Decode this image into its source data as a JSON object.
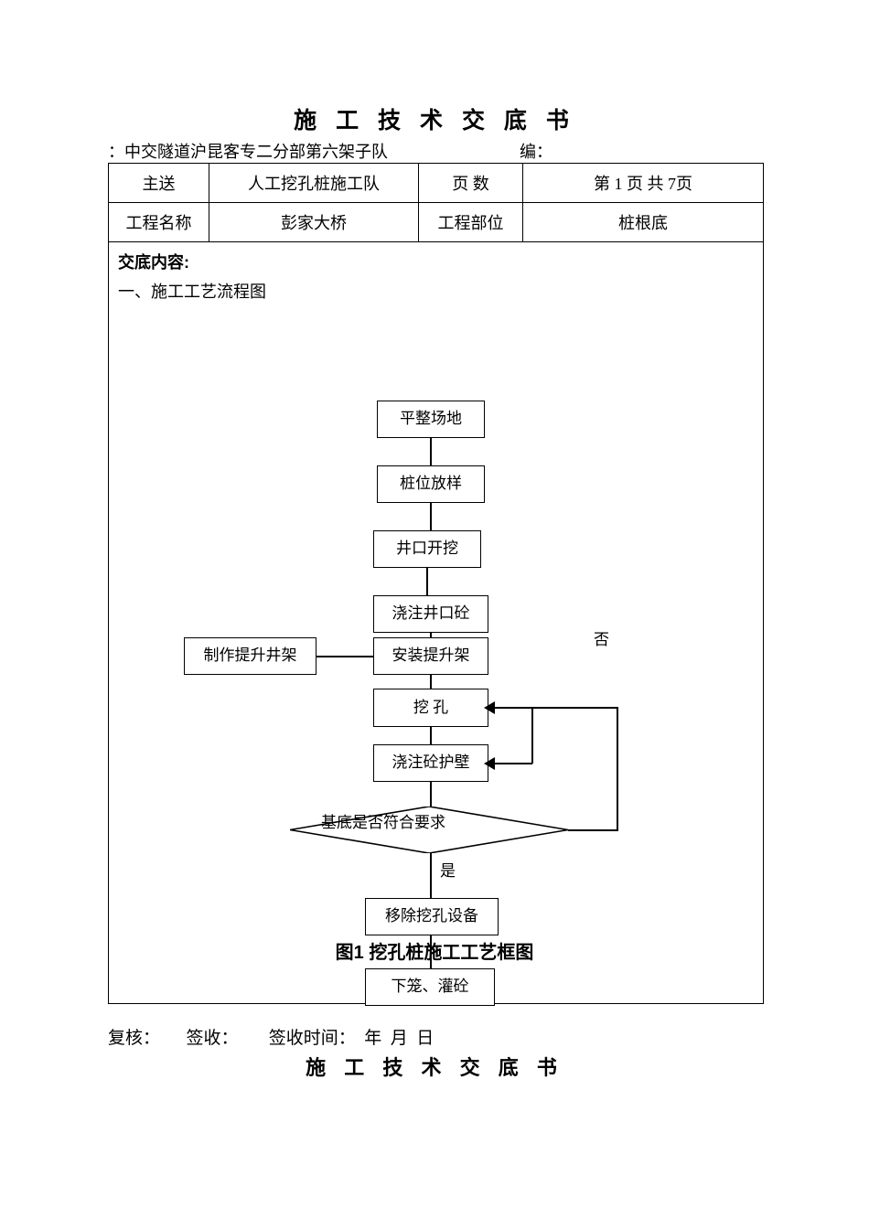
{
  "header": {
    "title": "施 工 技 术 交 底 书",
    "org_line": "：中交隧道沪昆客专二分部第六架子队",
    "code_label": "编："
  },
  "info_table": {
    "rows": [
      {
        "label_a": "主送",
        "value_a": "人工挖孔桩施工队",
        "label_b": "页 数",
        "value_b": "第 1 页  共 7页"
      },
      {
        "label_a": "工程名称",
        "value_a": "彭家大桥",
        "label_b": "工程部位",
        "value_b": "桩根底"
      }
    ]
  },
  "content": {
    "heading": "交底内容:",
    "section_1": "一、施工工艺流程图",
    "figure_caption": "图1  挖孔桩施工工艺框图"
  },
  "flowchart": {
    "type": "flowchart",
    "nodes": [
      {
        "id": "n1",
        "label": "平整场地",
        "shape": "process"
      },
      {
        "id": "n2",
        "label": "桩位放样",
        "shape": "process"
      },
      {
        "id": "n3",
        "label": "井口开挖",
        "shape": "process"
      },
      {
        "id": "n4",
        "label": "浇注井口砼",
        "shape": "process"
      },
      {
        "id": "n5",
        "label": "安装提升架",
        "shape": "process"
      },
      {
        "id": "n5b",
        "label": "制作提升井架",
        "shape": "process"
      },
      {
        "id": "n6",
        "label": "挖    孔",
        "shape": "process"
      },
      {
        "id": "n7",
        "label": "浇注砼护壁",
        "shape": "process"
      },
      {
        "id": "n8",
        "label": "基底是否符合要求",
        "shape": "decision"
      },
      {
        "id": "n9",
        "label": "移除挖孔设备",
        "shape": "process"
      },
      {
        "id": "n10",
        "label": "下笼、灌砼",
        "shape": "process"
      }
    ],
    "edge_labels": {
      "no": "否",
      "yes": "是"
    }
  },
  "footer": {
    "signoff": "复核：      签收：       签收时间：  年  月  日",
    "title": "施 工 技 术 交 底 书"
  }
}
